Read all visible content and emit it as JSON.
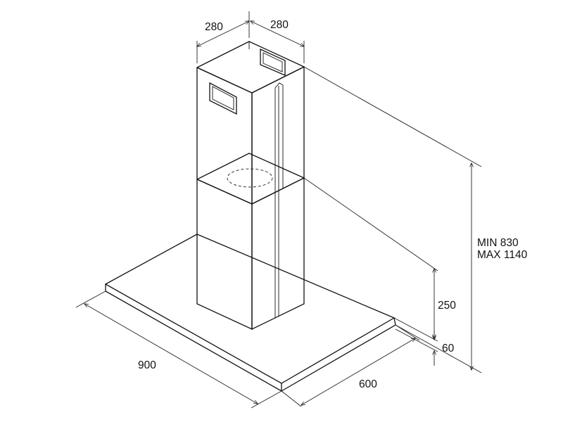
{
  "diagram": {
    "dimensions": {
      "chimney_width_left": "280",
      "chimney_width_right": "280",
      "height_min": "MIN 830",
      "height_max": "MAX 1140",
      "canopy_height": "250",
      "base_thickness": "60",
      "width": "900",
      "depth": "600"
    }
  }
}
